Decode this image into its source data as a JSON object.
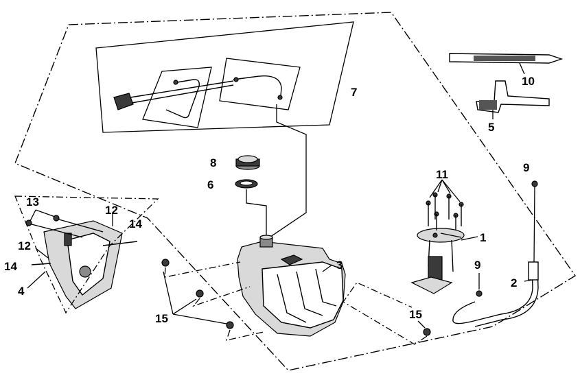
{
  "diagram": {
    "callouts": {
      "c1": "1",
      "c2": "2",
      "c3": "3",
      "c4": "4",
      "c5": "5",
      "c6": "6",
      "c7": "7",
      "c8": "8",
      "c9a": "9",
      "c9b": "9",
      "c10": "10",
      "c11": "11",
      "c12a": "12",
      "c12b": "12",
      "c13": "13",
      "c14a": "14",
      "c14b": "14",
      "c15a": "15",
      "c15b": "15"
    }
  }
}
